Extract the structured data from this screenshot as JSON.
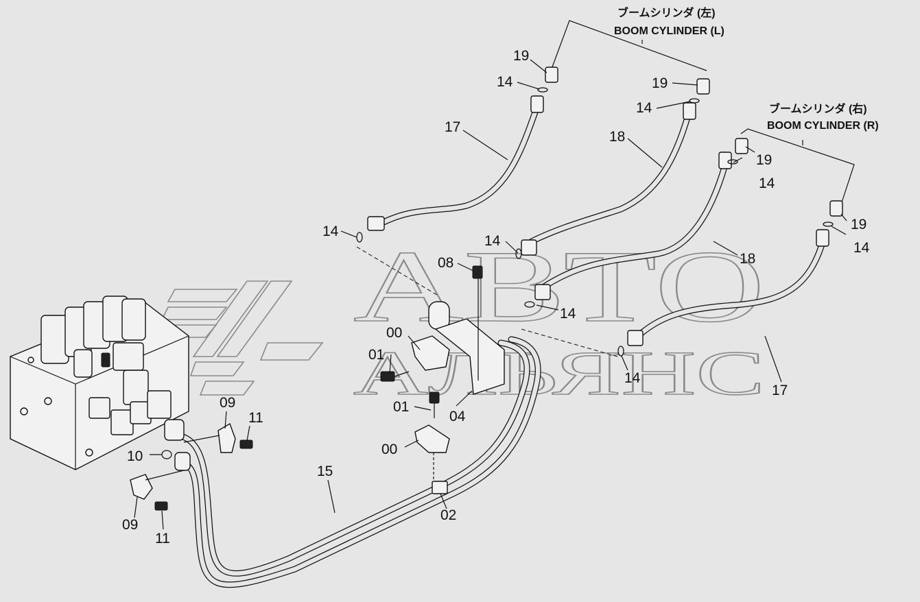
{
  "watermark": {
    "line1": "АВТО",
    "line2": "АЛЬЯНС"
  },
  "cylinder_left": {
    "jp": "ブームシリンダ (左)",
    "en": "BOOM CYLINDER (L)"
  },
  "cylinder_right": {
    "jp": "ブームシリンダ (右)",
    "en": "BOOM CYLINDER (R)"
  },
  "callouts": {
    "c19a": "19",
    "c14a": "14",
    "c17a": "17",
    "c19b": "19",
    "c14b": "14",
    "c18a": "18",
    "c19c": "19",
    "c14c": "14",
    "c19d": "19",
    "c14d": "14",
    "c18b": "18",
    "c14e": "14",
    "c14f": "14",
    "c08": "08",
    "c14g": "14",
    "c00a": "00",
    "c01a": "01",
    "c14h": "14",
    "c17b": "17",
    "c01b": "01",
    "c04": "04",
    "c09a": "09",
    "c11a": "11",
    "c00b": "00",
    "c10": "10",
    "c15": "15",
    "c09b": "09",
    "c11b": "11",
    "c02": "02"
  }
}
